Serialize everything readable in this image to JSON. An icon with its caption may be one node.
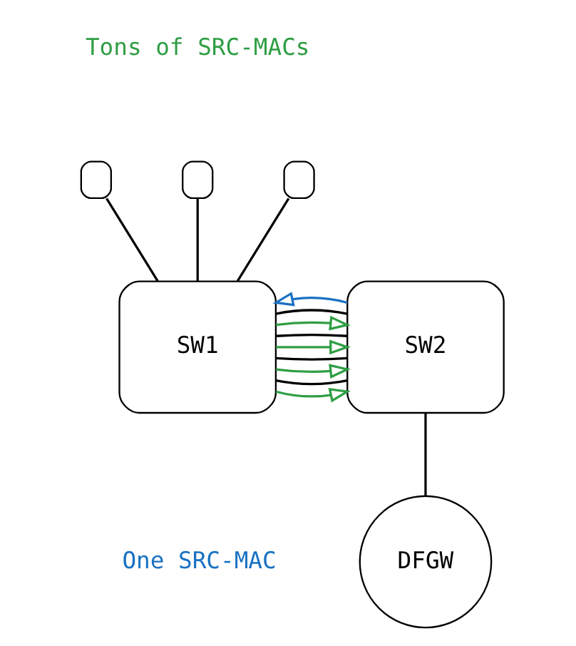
{
  "diagram": {
    "nodes": [
      {
        "text": [],
        "shape": "box"
      },
      {
        "text": [],
        "shape": "box"
      },
      {
        "text": [],
        "shape": "box"
      },
      {
        "text": [
          "SW1"
        ]
      },
      {
        "text": [
          "SW2"
        ]
      },
      {
        "text": [
          "DFGW"
        ]
      }
    ],
    "edges": [
      {
        "from": 0,
        "to": 3,
        "arrow": "none"
      },
      {
        "from": 1,
        "to": 3,
        "arrow": "none"
      },
      {
        "from": 2,
        "to": 3,
        "arrow": "none"
      },
      {
        "from": 3,
        "to": 4,
        "arrow": "to",
        "color": "#2f9e44"
      },
      {
        "from": 3,
        "to": 4,
        "arrow": "none"
      },
      {
        "from": 3,
        "to": 4,
        "arrow": "to",
        "color": "#2f9e44"
      },
      {
        "from": 3,
        "to": 4,
        "arrow": "none"
      },
      {
        "from": 3,
        "to": 4,
        "arrow": "to",
        "color": "#2f9e44"
      },
      {
        "from": 3,
        "to": 4,
        "arrow": "none"
      },
      {
        "from": 3,
        "to": 4,
        "arrow": "to",
        "color": "#2f9e44"
      },
      {
        "from": 3,
        "to": 4,
        "arrow": "none"
      },
      {
        "from": 4,
        "to": 3,
        "arrow": "to",
        "color": "#1971c2"
      },
      {
        "from": 4,
        "to": 5,
        "arrow": "none"
      }
    ],
    "labels": [
      "Tons of SRC-MACs",
      "One SRC-MAC"
    ]
  }
}
